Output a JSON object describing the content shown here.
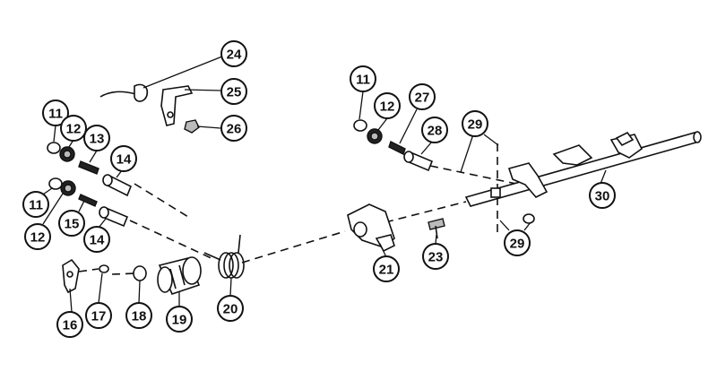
{
  "callouts": [
    {
      "id": "c24",
      "label": "24"
    },
    {
      "id": "c25",
      "label": "25"
    },
    {
      "id": "c26",
      "label": "26"
    },
    {
      "id": "c11a",
      "label": "11"
    },
    {
      "id": "c12a",
      "label": "12"
    },
    {
      "id": "c13",
      "label": "13"
    },
    {
      "id": "c14a",
      "label": "14"
    },
    {
      "id": "c11b",
      "label": "11"
    },
    {
      "id": "c12b",
      "label": "12"
    },
    {
      "id": "c15",
      "label": "15"
    },
    {
      "id": "c14b",
      "label": "14"
    },
    {
      "id": "c16",
      "label": "16"
    },
    {
      "id": "c17",
      "label": "17"
    },
    {
      "id": "c18",
      "label": "18"
    },
    {
      "id": "c19",
      "label": "19"
    },
    {
      "id": "c20",
      "label": "20"
    },
    {
      "id": "c21",
      "label": "21"
    },
    {
      "id": "c23",
      "label": "23"
    },
    {
      "id": "c11c",
      "label": "11"
    },
    {
      "id": "c12c",
      "label": "12"
    },
    {
      "id": "c27",
      "label": "27"
    },
    {
      "id": "c28",
      "label": "28"
    },
    {
      "id": "c29a",
      "label": "29"
    },
    {
      "id": "c29b",
      "label": "29"
    },
    {
      "id": "c30",
      "label": "30"
    }
  ]
}
